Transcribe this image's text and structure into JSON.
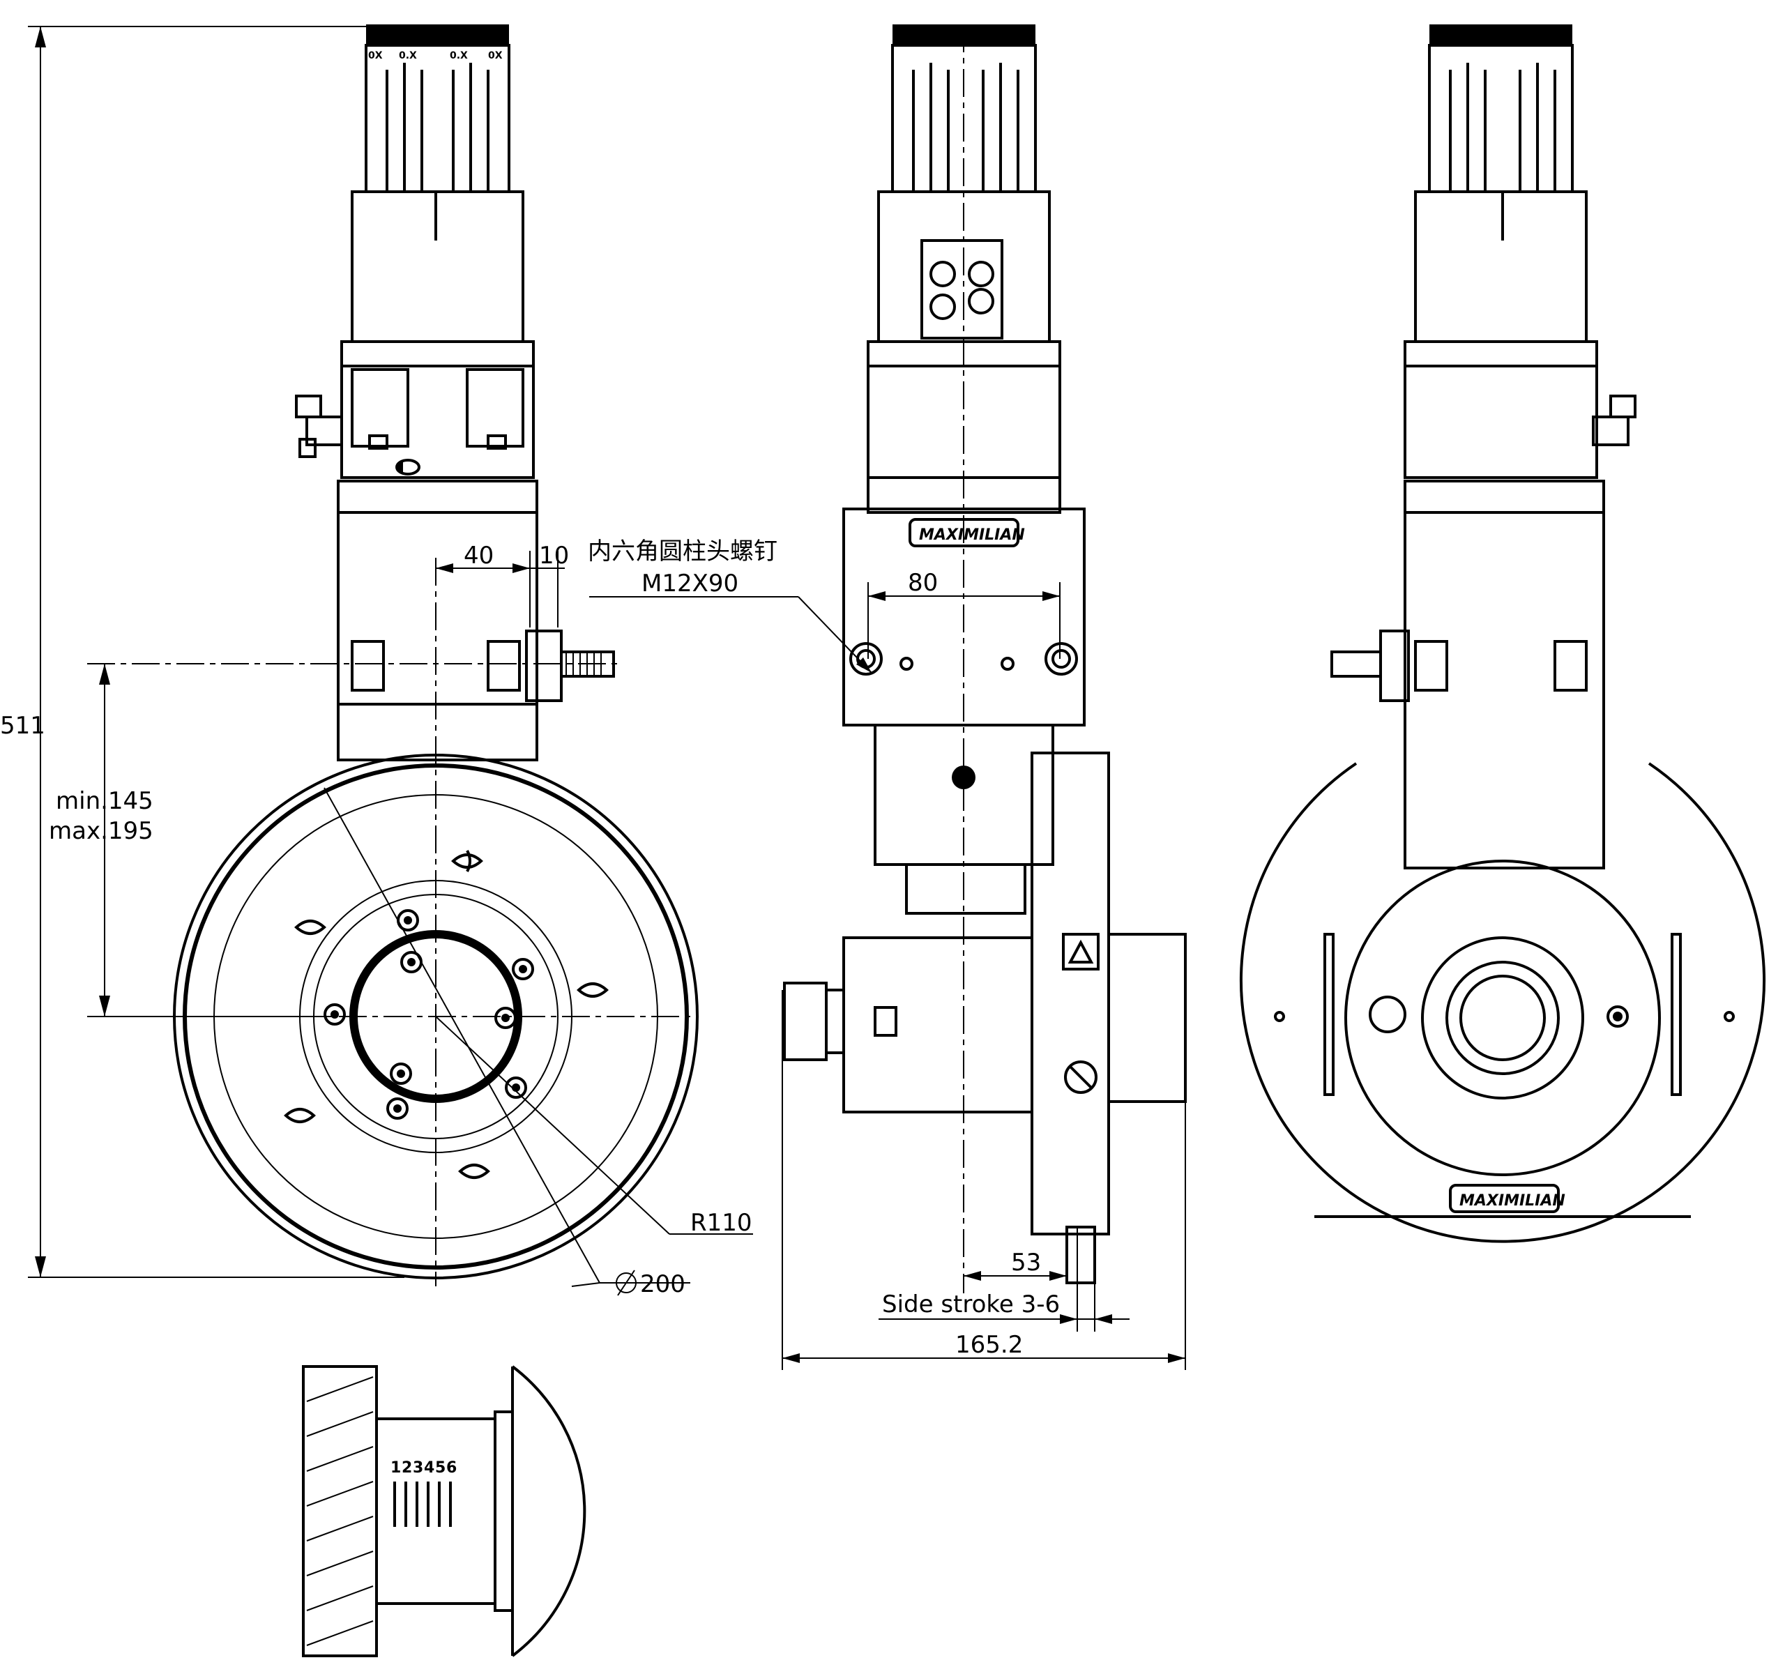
{
  "dimensions": {
    "overall_height": "511",
    "height_range_min": "min.145",
    "height_range_max": "max.195",
    "offset_40": "40",
    "offset_10": "10",
    "radius": "R110",
    "diameter_value": "200",
    "bolt_spacing": "80",
    "offset_53": "53",
    "side_stroke": "Side stroke 3-6",
    "overall_width": "165.2"
  },
  "callouts": {
    "screw_name_cn": "内六角圆柱头螺钉",
    "screw_spec": "M12X90"
  },
  "labels": {
    "brand_front": "MAXIMILIAN",
    "brand_rear": "MAXIMILIAN",
    "scale_digits": [
      "1",
      "2",
      "3",
      "4",
      "5",
      "6"
    ],
    "knob_marks": [
      "0X",
      "0.X",
      "0.X",
      "0X"
    ]
  }
}
